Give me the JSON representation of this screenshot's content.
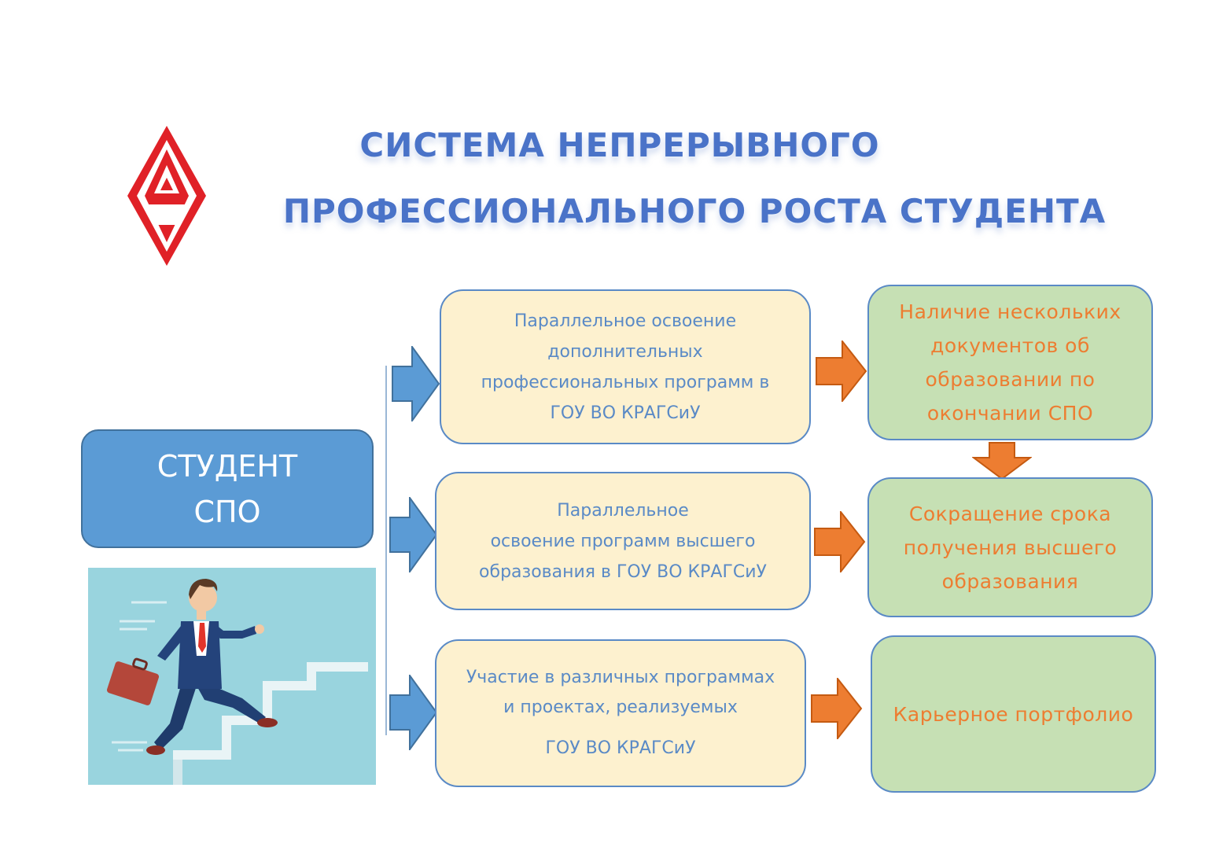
{
  "title": {
    "line1": "СИСТЕМА НЕПРЕРЫВНОГО",
    "line2": "ПРОФЕССИОНАЛЬНОГО РОСТА СТУДЕНТА"
  },
  "student": {
    "line1": "СТУДЕНТ",
    "line2": "СПО"
  },
  "middle": [
    {
      "lines": [
        "Параллельное освоение",
        "дополнительных",
        "профессиональных программ в",
        "ГОУ ВО КРАГСиУ"
      ]
    },
    {
      "lines": [
        "Параллельное",
        "освоение программ высшего",
        "образования в ГОУ ВО КРАГСиУ"
      ]
    },
    {
      "lines": [
        "Участие в различных программах",
        "и проектах, реализуемых",
        "ГОУ ВО КРАГСиУ"
      ]
    }
  ],
  "right": [
    {
      "lines": [
        "Наличие нескольких",
        "документов об",
        "образовании по",
        "окончании СПО"
      ]
    },
    {
      "lines": [
        "Сокращение срока",
        "получения высшего",
        "образования"
      ]
    },
    {
      "lines": [
        "Карьерное портфолио"
      ]
    }
  ],
  "colors": {
    "title": "#4a73c8",
    "student_box": "#5b9bd5",
    "middle_box": "#fdf1cf",
    "right_box": "#c6e0b4",
    "blue_arrow": "#5b9bd5",
    "orange_arrow": "#ed7d31",
    "logo_red": "#e02127"
  },
  "icons": {
    "logo": "diamond-logo-icon",
    "illustration": "businessman-climbing-stairs"
  }
}
